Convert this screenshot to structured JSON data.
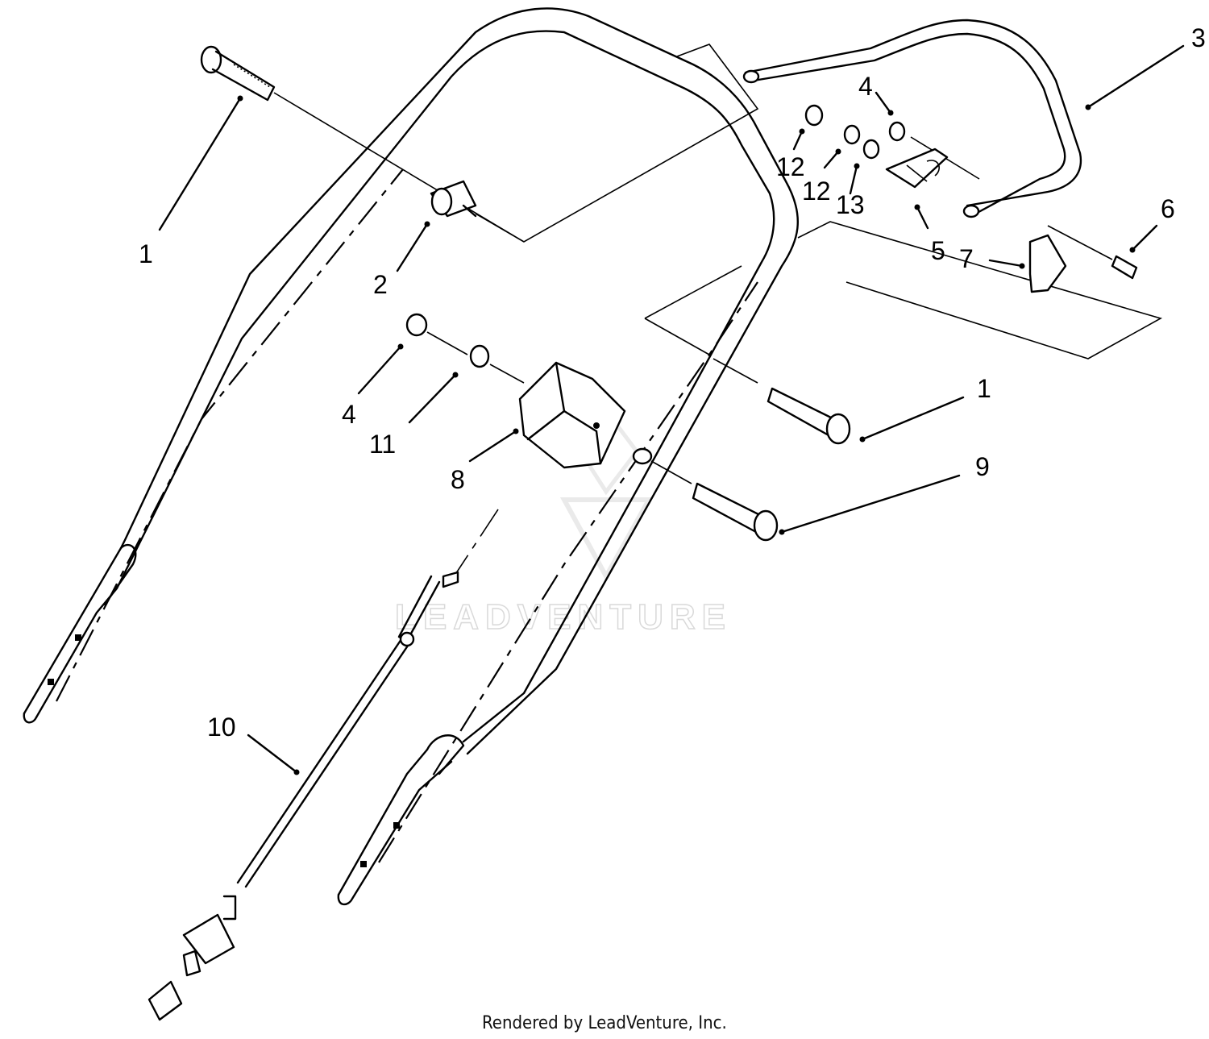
{
  "diagram": {
    "callouts": {
      "c1_left": "1",
      "c2": "2",
      "c3": "3",
      "c4_top": "4",
      "c12_a": "12",
      "c12_b": "12",
      "c13": "13",
      "c5": "5",
      "c7": "7",
      "c6": "6",
      "c4_mid": "4",
      "c11": "11",
      "c8": "8",
      "c1_right": "1",
      "c9": "9",
      "c10": "10"
    },
    "watermark": "LEADVENTURE",
    "footer": "Rendered by LeadVenture, Inc."
  },
  "colors": {
    "line": "#000000",
    "background": "#ffffff",
    "watermark": "#d9d9d9"
  }
}
